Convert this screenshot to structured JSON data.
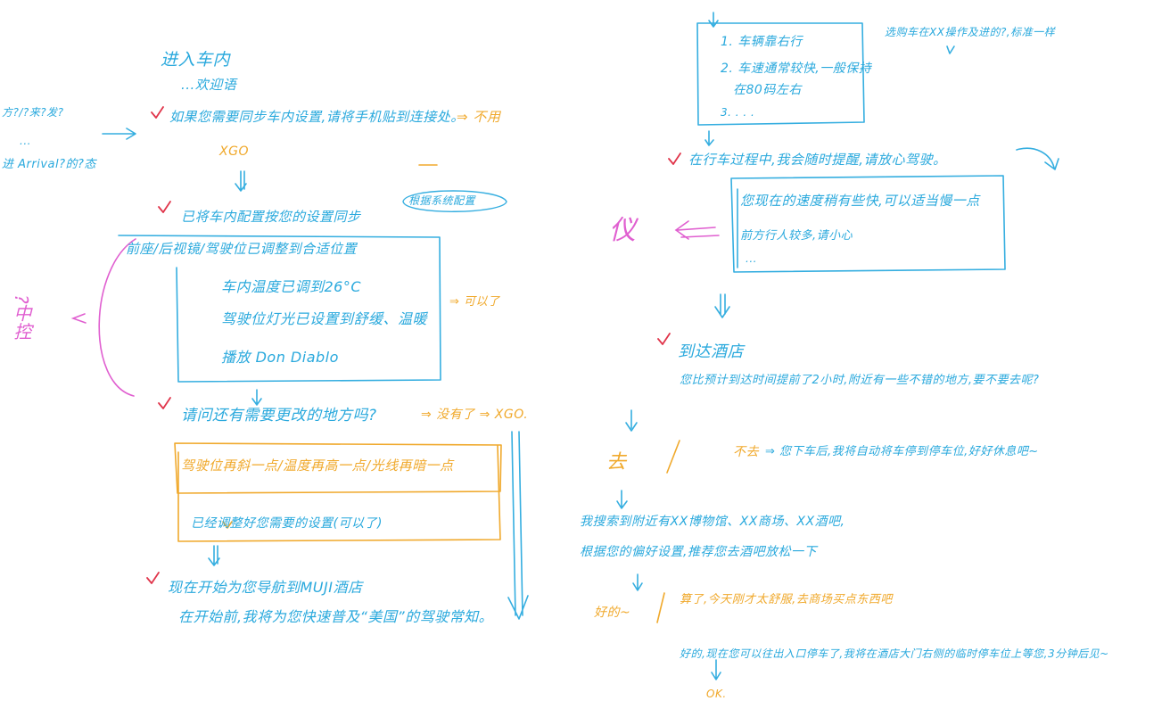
{
  "colors": {
    "blue": "#2aa9dd",
    "orange": "#f0a92c",
    "pink": "#e05fd0",
    "red": "#e0344a"
  },
  "left": {
    "side_note_1": "方?/?来?发?",
    "side_note_2": "...",
    "side_note_3": "进 Arrival?的?态",
    "enter": "进入车内",
    "welcome": "...欢迎语",
    "sync_prompt": "如果您需要同步车内设置,请将手机贴到连接处。",
    "sync_no": "⇒ 不用",
    "xgo": "XGO",
    "synced": "已将车内配置按您的设置同步",
    "synced_tag": "根据系统配置",
    "mid_label": "?中控",
    "settings_1": "前座/后视镜/驾驶位已调整到合适位置",
    "settings_2": "车内温度已调到26°C",
    "settings_3": "驾驶位灯光已设置到舒缓、温暖",
    "settings_4": "播放 Don Diablo",
    "settings_ok": "⇒ 可以了",
    "ask_adjust": "请问还有需要更改的地方吗?",
    "ask_reply": "⇒ 没有了 ⇒ XGO.",
    "adjust_req": "驾驶位再斜一点/温度再高一点/光线再暗一点",
    "adjusted": "已经调整好您需要的设置(可以了)",
    "nav_start": "现在开始为您导航到MUJI酒店",
    "nav_before": "在开始前,我将为您快速普及“美国”的驾驶常知。"
  },
  "right": {
    "rules_1": "1. 车辆靠右行",
    "rules_2": "2. 车速通常较快,一般保持",
    "rules_3": "在80码左右",
    "rules_4": "3. . . .",
    "rules_note": "选购车在XX操作及进的?,标准一样",
    "driving": "在行车过程中,我会随时提醒,请放心驾驶。",
    "warn_1": "您现在的速度稍有些快,可以适当慢一点",
    "warn_2": "前方行人较多,请小心",
    "warn_3": "...",
    "instrument": "仪",
    "arrive": "到达酒店",
    "early": "您比预计到达时间提前了2小时,附近有一些不错的地方,要不要去呢?",
    "go": "去",
    "not_go": "不去",
    "not_go_reply": "⇒ 您下车后,我将自动将车停到停车位,好好休息吧~",
    "found": "我搜索到附近有XX博物馆、XX商场、XX酒吧,",
    "recommend": "根据您的偏好设置,推荐您去酒吧放松一下",
    "ok_choice": "好的~",
    "alt_choice": "算了,今天刚才太舒服,去商场买点东西吧",
    "final_reply": "好的,现在您可以往出入口停车了,我将在酒店大门右侧的临时停车位上等您,3分钟后见~",
    "ok_end": "OK."
  }
}
